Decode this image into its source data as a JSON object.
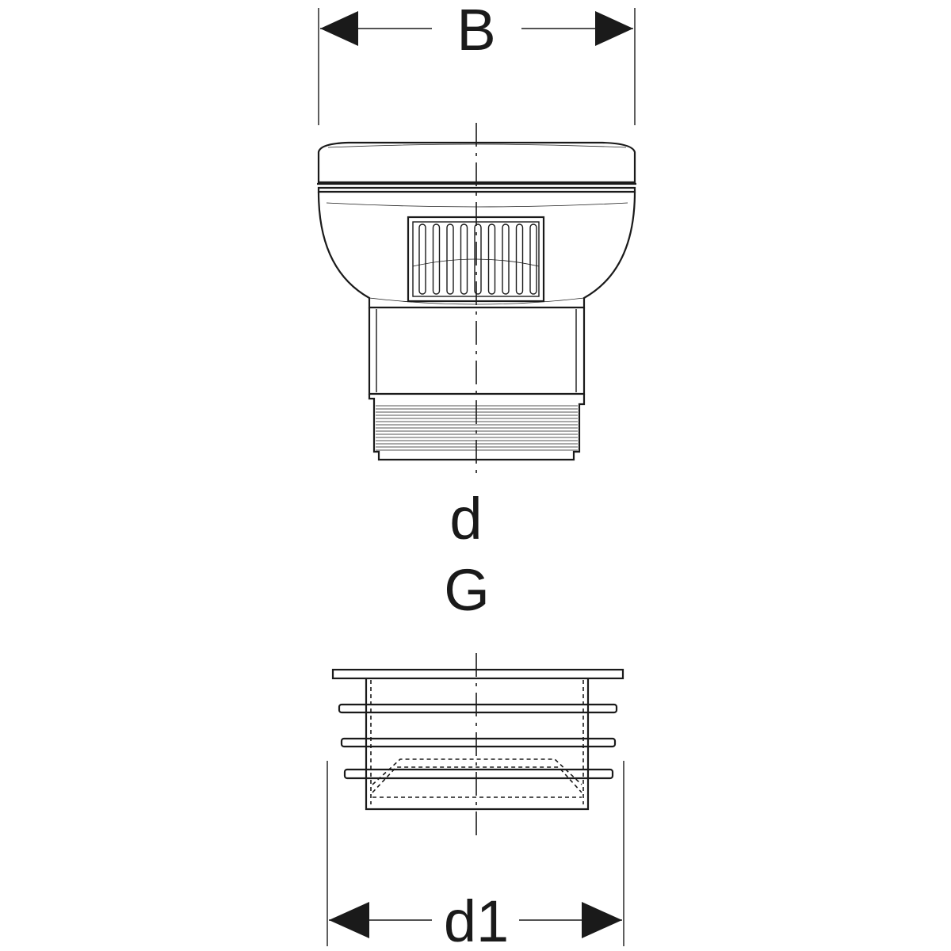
{
  "labels": {
    "width_top": "B",
    "outlet_diameter": "d",
    "thread": "G",
    "seal_diameter": "d1"
  }
}
